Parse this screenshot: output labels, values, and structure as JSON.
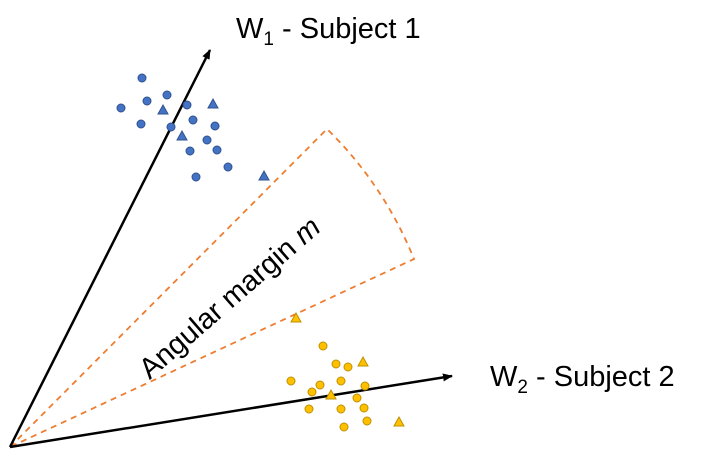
{
  "labels": {
    "w1_main": "W",
    "w1_sub": "1",
    "w1_rest": " - Subject 1",
    "w2_main": "W",
    "w2_sub": "2",
    "w2_rest": " - Subject 2",
    "margin_text": "Angular margin ",
    "margin_var": "m"
  },
  "colors": {
    "axis": "#000000",
    "margin_dash": "#ed7d31",
    "subject1_fill": "#4472c4",
    "subject1_stroke": "#2f528f",
    "subject2_fill": "#ffc000",
    "subject2_stroke": "#bf9000"
  },
  "legend": {
    "circle_marker": "circle",
    "triangle_marker": "triangle"
  }
}
